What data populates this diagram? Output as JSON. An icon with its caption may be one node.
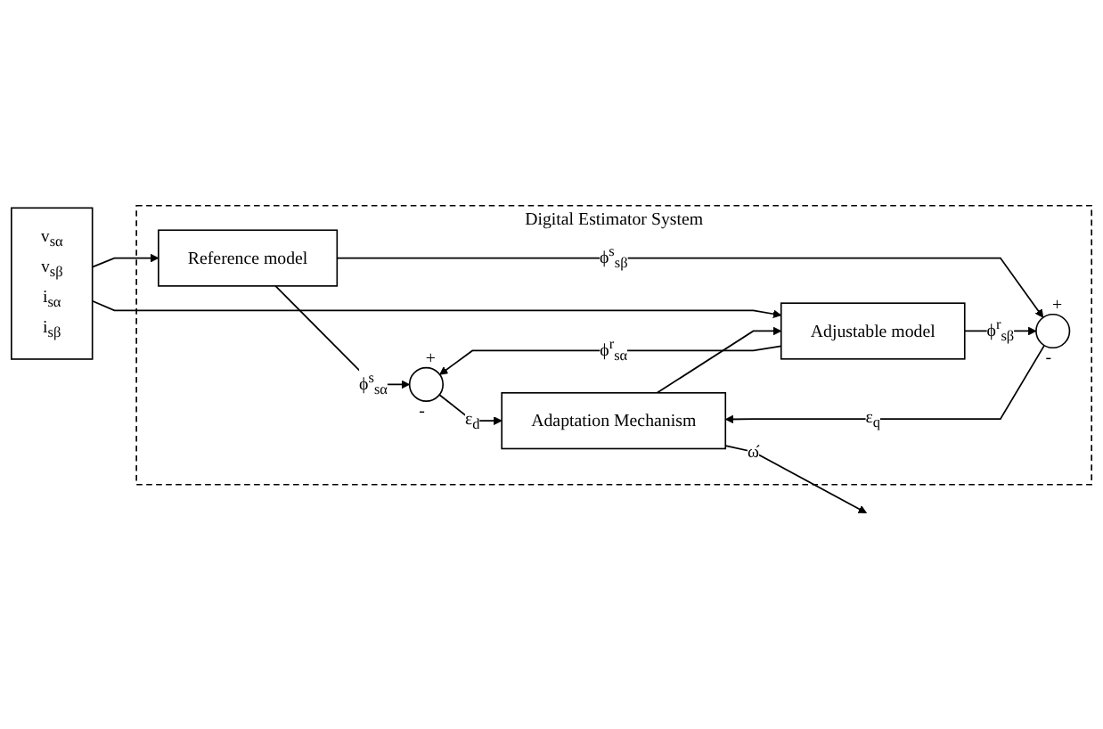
{
  "diagram": {
    "nodes": [
      {
        "text": [
          "Digital Estimator System"
        ]
      },
      {
        "text": [
          "v$_{sα}$",
          "v$_{sβ}$",
          "i$_{sα}$",
          "i$_{sβ}$"
        ]
      },
      {
        "text": [
          "Reference model"
        ],
        "in": 0
      },
      {
        "text": [
          "Adjustable model"
        ],
        "in": 0
      },
      {
        "text": [],
        "shape": "circle",
        "beside": [
          "+",
          "-"
        ],
        "in": 0
      },
      {
        "text": [],
        "shape": "circle",
        "beside": [
          "+",
          "-"
        ],
        "in": 0
      },
      {
        "text": [
          "Adaptation Mechanism"
        ],
        "in": 0
      }
    ],
    "edges": [
      {
        "from": 1,
        "to": 2,
        "arrow": "to"
      },
      {
        "from": 1,
        "to": 3,
        "arrow": "to"
      },
      {
        "from": 2,
        "to": 5,
        "arrow": "to",
        "label": "ϕ$^{s}$$_{sα}$"
      },
      {
        "from": 2,
        "to": 4,
        "arrow": "to",
        "label": "ϕ$^{s}$$_{sβ}$"
      },
      {
        "from": 3,
        "to": 5,
        "arrow": "to",
        "label": "ϕ$^{r}$$_{sα}$"
      },
      {
        "from": 3,
        "to": 4,
        "arrow": "to",
        "label": "ϕ$^{r}$$_{sβ}$"
      },
      {
        "from": 4,
        "to": 6,
        "arrow": "to",
        "label": "ε$_{q}$"
      },
      {
        "from": 5,
        "to": 6,
        "arrow": "to",
        "label": "ε$_{d}$"
      },
      {
        "from": 6,
        "to": null,
        "arrow": "to",
        "label": "ω̂"
      },
      {
        "from": 6,
        "to": 3,
        "arrow": "to"
      }
    ]
  }
}
